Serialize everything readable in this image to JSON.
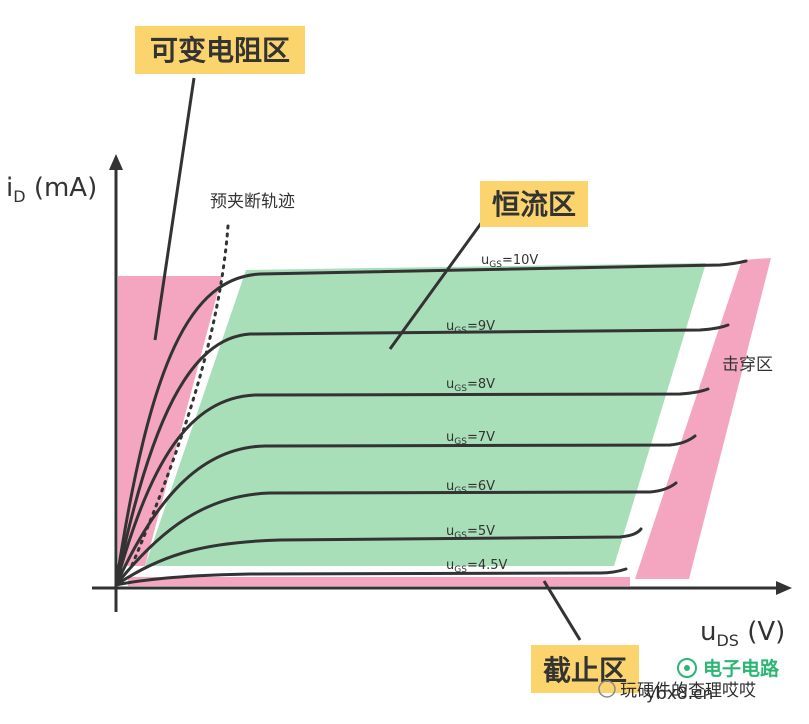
{
  "axes": {
    "y_label_main": "i",
    "y_label_sub": "D",
    "y_label_unit": " (mA)",
    "x_label_main": "u",
    "x_label_sub": "DS",
    "x_label_unit": " (V)"
  },
  "regions": {
    "variable_resistance": "可变电阻区",
    "constant_current": "恒流区",
    "cutoff": "截止区",
    "breakdown": "击穿区",
    "pinch_off_locus": "预夹断轨迹"
  },
  "curves": [
    {
      "prefix": "u",
      "sub": "GS",
      "value": "=10V"
    },
    {
      "prefix": "u",
      "sub": "GS",
      "value": "=9V"
    },
    {
      "prefix": "u",
      "sub": "GS",
      "value": "=8V"
    },
    {
      "prefix": "u",
      "sub": "GS",
      "value": "=7V"
    },
    {
      "prefix": "u",
      "sub": "GS",
      "value": "=6V"
    },
    {
      "prefix": "u",
      "sub": "GS",
      "value": "=5V"
    },
    {
      "prefix": "u",
      "sub": "GS",
      "value": "=4.5V"
    }
  ],
  "watermark": {
    "brand": "电子电路",
    "caption": "玩硬件的查理哎哎",
    "site": "ybx8.cn"
  },
  "colors": {
    "pink": "#f4a6c0",
    "green": "#a8dfb9",
    "yellow": "#fbd46d",
    "line": "#333333",
    "brand_green": "#2bb673"
  }
}
